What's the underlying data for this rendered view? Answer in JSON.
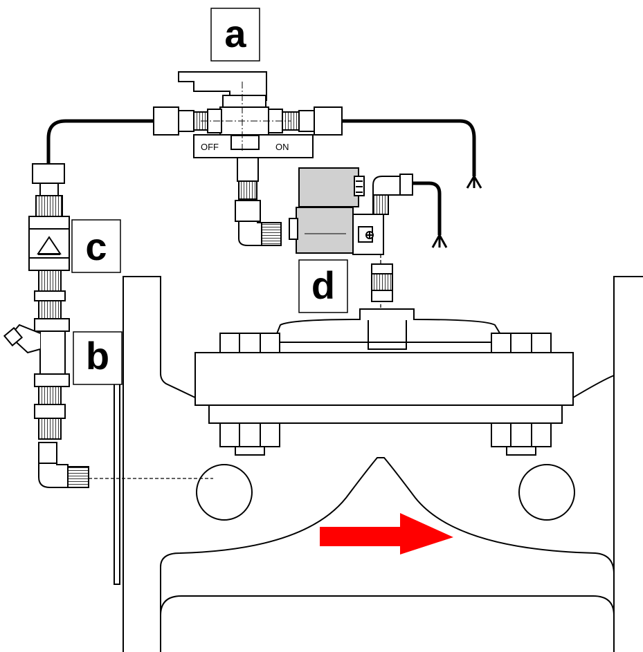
{
  "labels": {
    "a": "a",
    "b": "b",
    "c": "c",
    "d": "d"
  },
  "valve_switch": {
    "off": "OFF",
    "on": "ON"
  },
  "colors": {
    "stroke": "#000000",
    "solenoid_fill": "#d0d0d0",
    "flow_arrow": "#ff0000",
    "background": "#ffffff"
  },
  "icons": {
    "check_valve_symbol": "triangle-up-icon",
    "solenoid_terminal": "screw-terminal-icon",
    "flow_direction": "arrow-right-icon"
  }
}
